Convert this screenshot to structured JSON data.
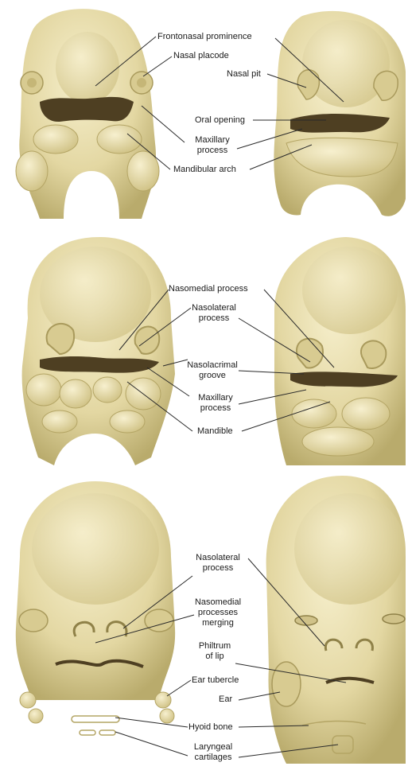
{
  "panels": [
    {
      "labels": {
        "frontonasal_prominence": "Frontonasal prominence",
        "nasal_placode": "Nasal placode",
        "nasal_pit": "Nasal pit",
        "oral_opening": "Oral opening",
        "maxillary_process": "Maxillary process",
        "mandibular_arch": "Mandibular arch"
      }
    },
    {
      "labels": {
        "nasomedial_process": "Nasomedial process",
        "nasolateral_process": "Nasolateral process",
        "nasolacrimal_groove": "Nasolacrimal groove",
        "maxillary_process": "Maxillary process",
        "mandible": "Mandible"
      }
    },
    {
      "labels": {
        "nasolateral_process": "Nasolateral process",
        "nasomedial_processes_merging": "Nasomedial processes merging",
        "philtrum_of_lip": "Philtrum of lip",
        "ear_tubercle": "Ear tubercle",
        "ear": "Ear",
        "hyoid_bone": "Hyoid bone",
        "laryngeal_cartilages": "Laryngeal cartilages"
      }
    }
  ],
  "colors": {
    "skin": "#e7dcaa",
    "skin_light": "#f4ecc6",
    "skin_shadow": "#a99a5c",
    "cavity": "#4e3f22",
    "line": "#2a2a2a"
  }
}
